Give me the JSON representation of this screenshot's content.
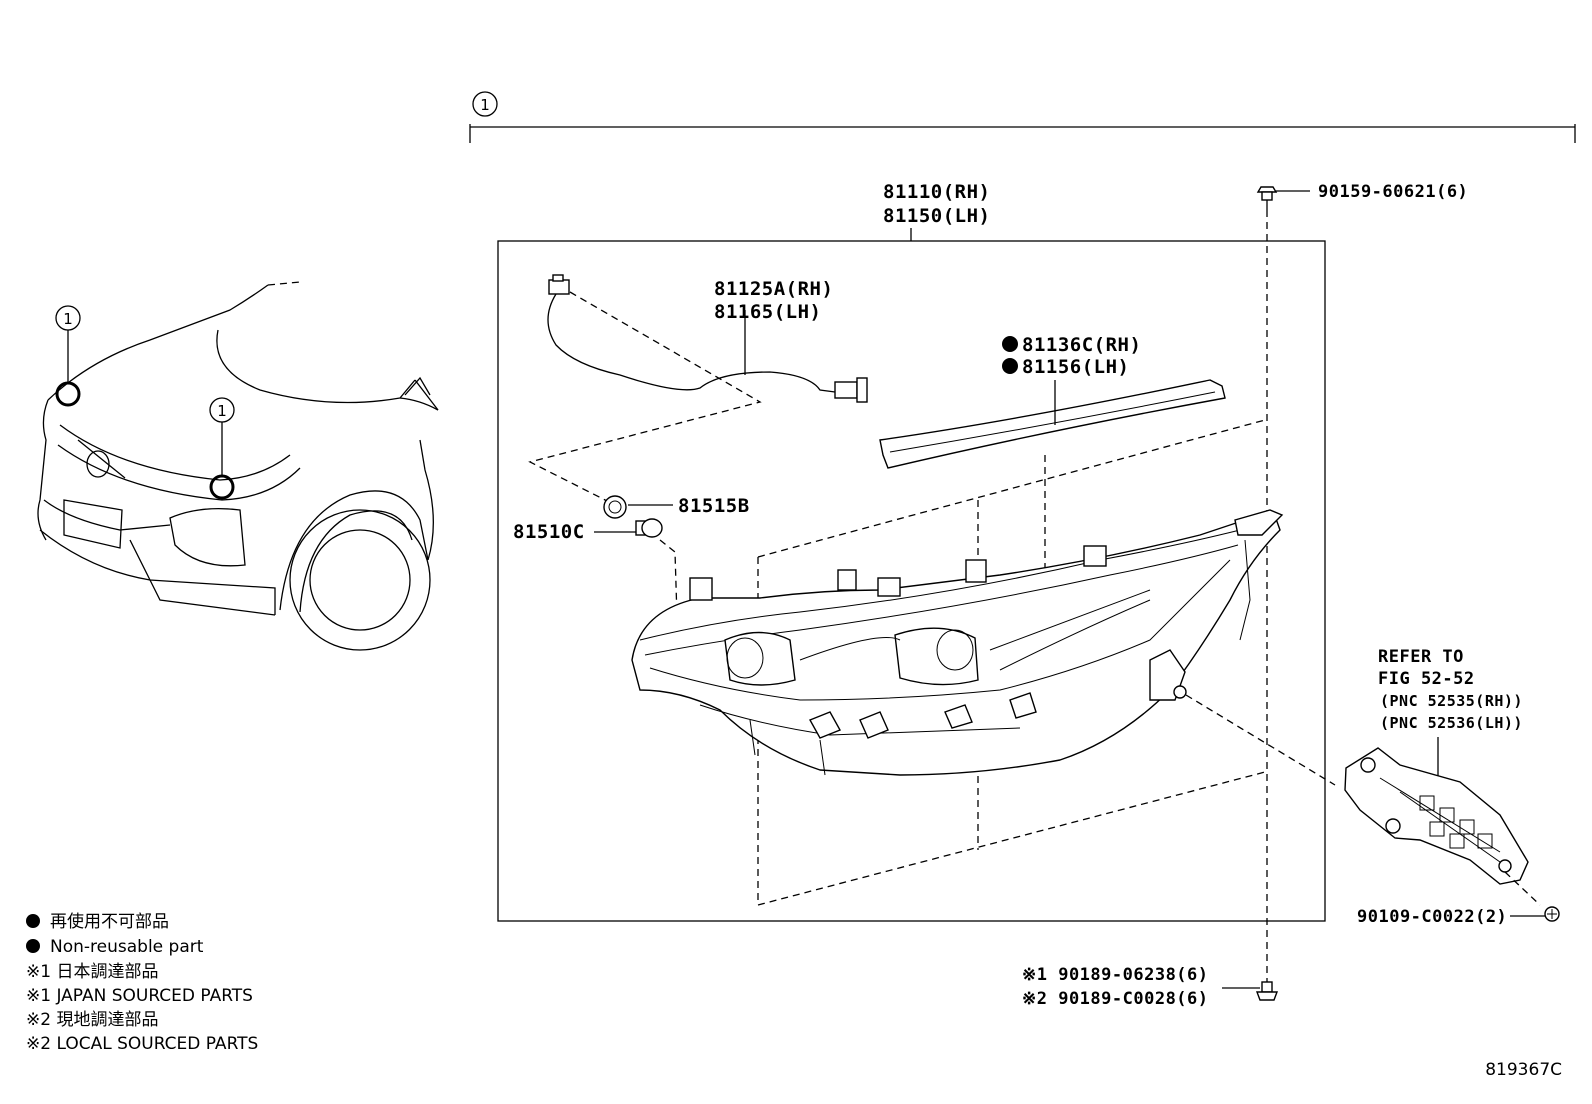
{
  "callout_number": "1",
  "labels": {
    "headlamp_rh": "81110(RH)",
    "headlamp_lh": "81150(LH)",
    "bolt_top": "90159-60621(6)",
    "wire_rh": "81125A(RH)",
    "wire_lh": "81165(LH)",
    "cover_rh": "81136C(RH)",
    "cover_lh": "81156(LH)",
    "socket": "81515B",
    "bulb": "81510C",
    "refer_line1": "REFER TO",
    "refer_line2": "FIG 52-52",
    "refer_line3": "(PNC 52535(RH))",
    "refer_line4": "(PNC 52536(LH))",
    "screw_bracket": "90109-C0022(2)",
    "bolt_bottom_1": "※1 90189-06238(6)",
    "bolt_bottom_2": "※2 90189-C0028(6)"
  },
  "legend": {
    "item1": "再使用不可部品",
    "item2": "Non-reusable part",
    "item3": "※1 日本調達部品",
    "item4": "※1 JAPAN SOURCED PARTS",
    "item5": "※2 現地調達部品",
    "item6": "※2 LOCAL SOURCED PARTS"
  },
  "figure_id": "819367C",
  "colors": {
    "line": "#000000",
    "background": "#ffffff"
  }
}
